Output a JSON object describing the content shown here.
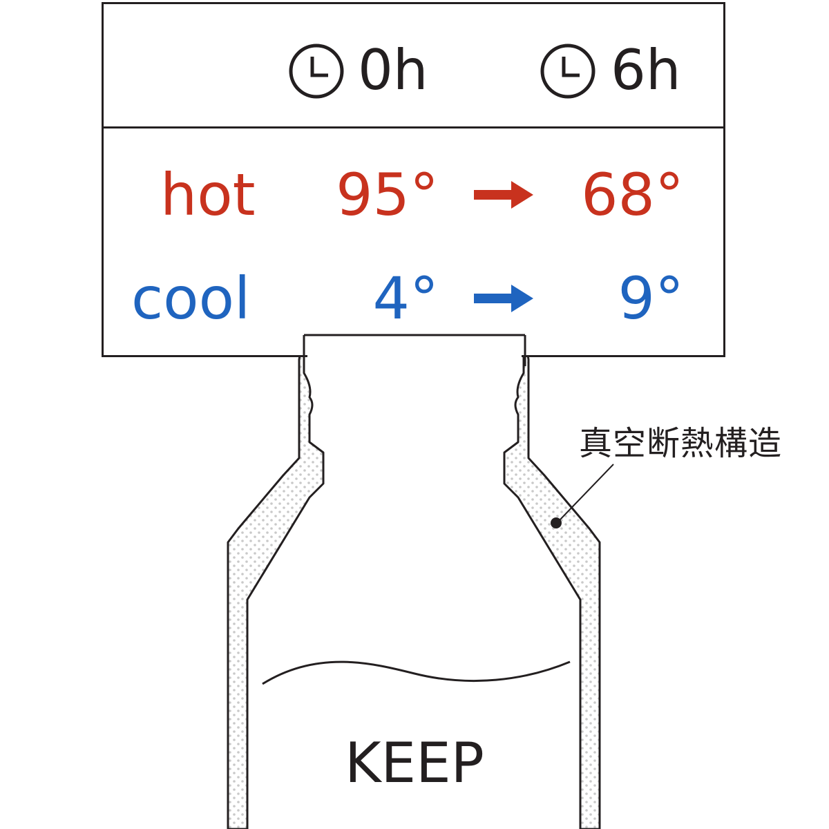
{
  "header": {
    "time_start": "0h",
    "time_end": "6h",
    "clock_icon": "clock-icon"
  },
  "rows": [
    {
      "label": "hot",
      "from": "95°",
      "to": "68°",
      "color": "#c8321e"
    },
    {
      "label": "cool",
      "from": "4°",
      "to": "9°",
      "color": "#1f64bf"
    }
  ],
  "callout": {
    "label": "真空断熱構造"
  },
  "bottle": {
    "label": "KEEP"
  },
  "colors": {
    "ink": "#231f20",
    "hot": "#c8321e",
    "cool": "#1f64bf"
  }
}
